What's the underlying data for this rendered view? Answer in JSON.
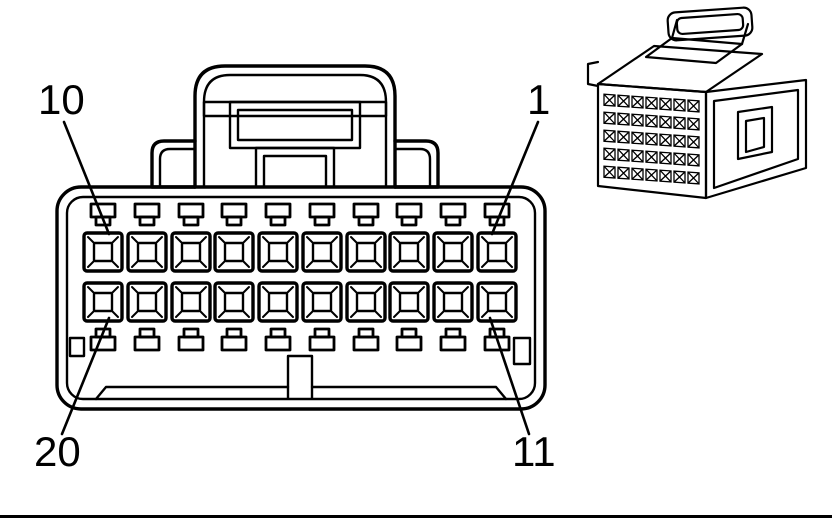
{
  "figure": {
    "labels": [
      {
        "id": "pin-10",
        "text": "10"
      },
      {
        "id": "pin-1",
        "text": "1"
      },
      {
        "id": "pin-20",
        "text": "20"
      },
      {
        "id": "pin-11",
        "text": "11"
      }
    ],
    "colors": {
      "line": "#000000",
      "background": "#ffffff"
    }
  }
}
